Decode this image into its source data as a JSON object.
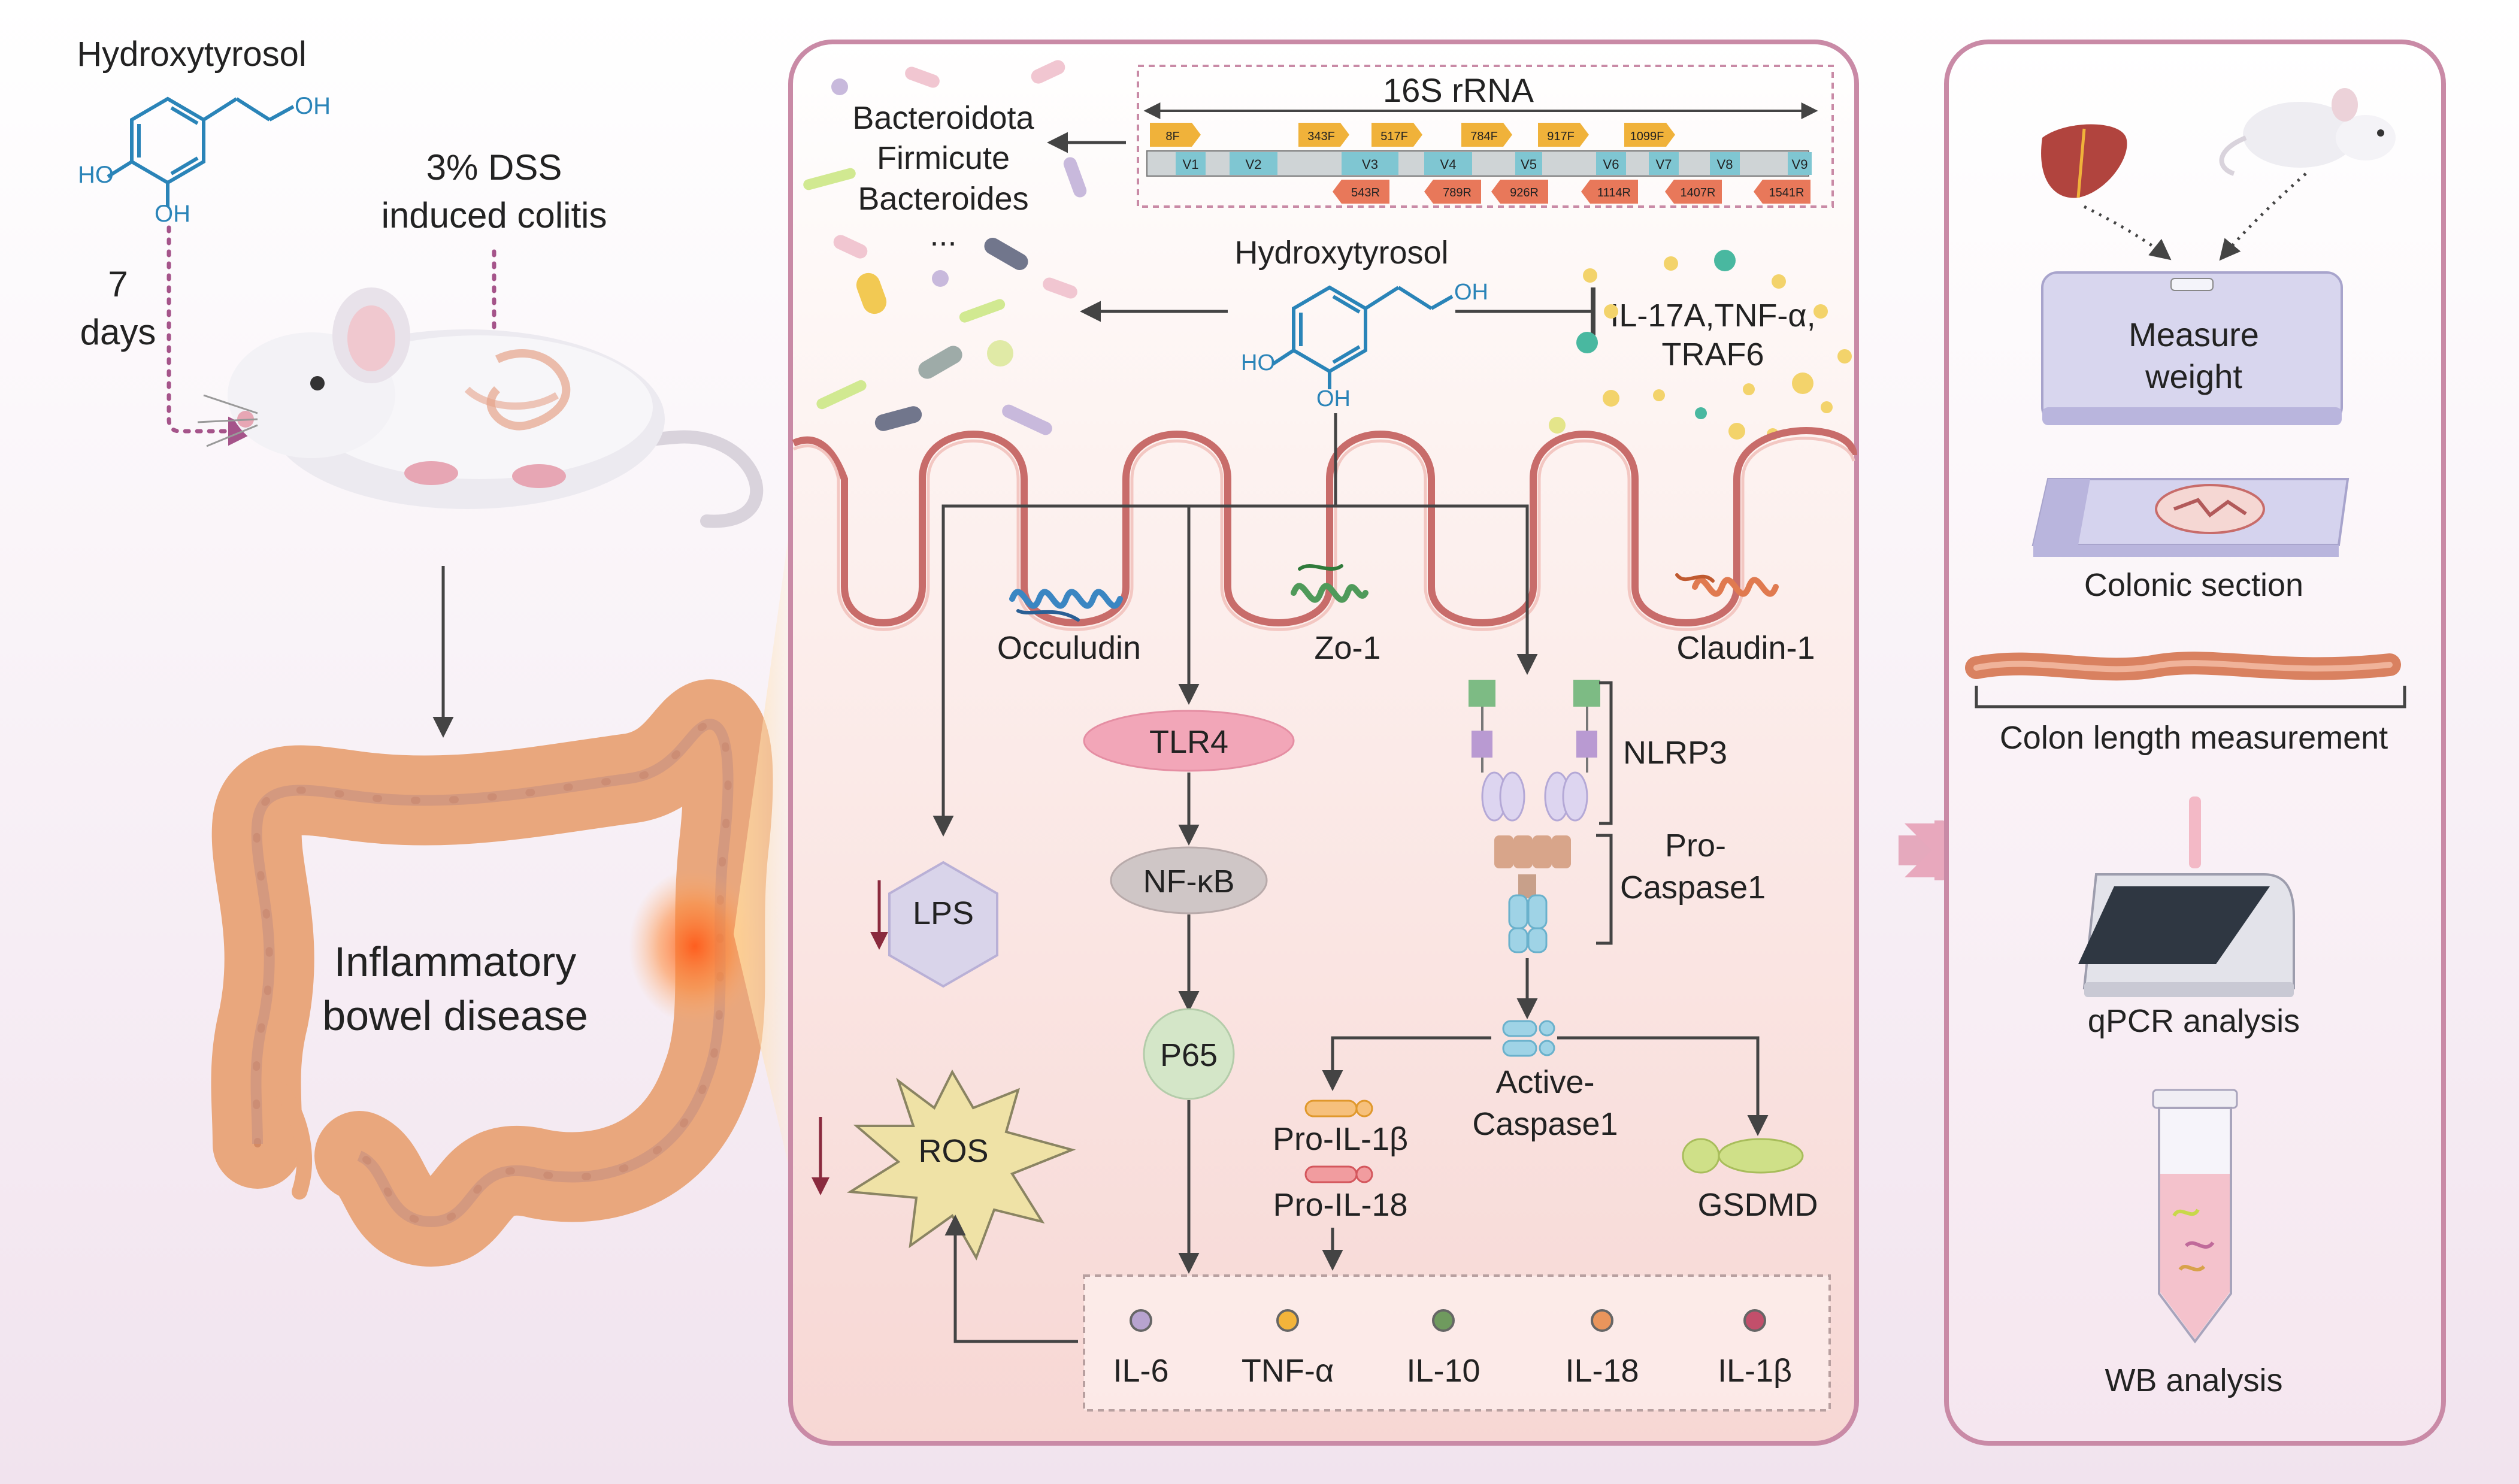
{
  "left": {
    "compound": "Hydroxytyrosol",
    "dss": [
      "3% DSS",
      "induced colitis"
    ],
    "days": [
      "7",
      "days"
    ],
    "disease": [
      "Inflammatory",
      "bowel disease"
    ],
    "oh_top": "OH",
    "ho": "HO",
    "oh_bottom": "OH"
  },
  "middle": {
    "rrna": "16S rRNA",
    "forward_primers": [
      "8F",
      "343F",
      "517F",
      "784F",
      "917F",
      "1099F"
    ],
    "reverse_primers": [
      "543R",
      "789R",
      "926R",
      "1114R",
      "1407R",
      "1541R"
    ],
    "regions": [
      "V1",
      "V2",
      "V3",
      "V4",
      "V5",
      "V6",
      "V7",
      "V8",
      "V9"
    ],
    "bacteria": [
      "Bacteroidota",
      "Firmicute",
      "Bacteroides",
      "..."
    ],
    "compound": "Hydroxytyrosol",
    "oh_top": "OH",
    "ho": "HO",
    "oh_bottom": "OH",
    "cytokines_inhibited": [
      "IL-17A,TNF-α,",
      "TRAF6"
    ],
    "proteins": {
      "occludin": "Occuludin",
      "zo1": "Zo-1",
      "claudin": "Claudin-1"
    },
    "tlr4": "TLR4",
    "nfkb": "NF-κB",
    "p65": "P65",
    "lps": "LPS",
    "ros": "ROS",
    "nlrp3": "NLRP3",
    "pro_caspase": [
      "Pro-",
      "Caspase1"
    ],
    "active_caspase": [
      "Active-",
      "Caspase1"
    ],
    "pro_il1b": "Pro-IL-1β",
    "pro_il18": "Pro-IL-18",
    "gsdmd": "GSDMD",
    "cytokine_legend": [
      {
        "label": "IL-6",
        "color": "#b7a3cf"
      },
      {
        "label": "TNF-α",
        "color": "#f3b43a"
      },
      {
        "label": "IL-10",
        "color": "#6f9a5e"
      },
      {
        "label": "IL-18",
        "color": "#e9955c"
      },
      {
        "label": "IL-1β",
        "color": "#c24f6b"
      }
    ]
  },
  "right": {
    "weight": [
      "Measure",
      "weight"
    ],
    "section": "Colonic section",
    "length": "Colon length measurement",
    "qpcr": "qPCR analysis",
    "wb": "WB analysis"
  },
  "colors": {
    "panel_border": "#c98aa6",
    "arrow": "#444444",
    "dashed_arrow": "#a5548a"
  }
}
